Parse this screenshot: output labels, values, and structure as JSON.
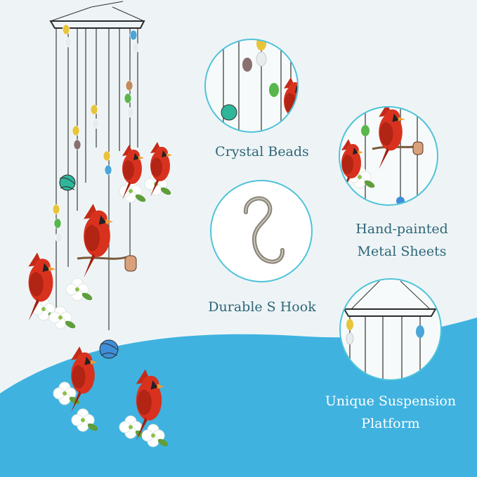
{
  "features": [
    {
      "name": "crystal-beads",
      "label": "Crystal Beads"
    },
    {
      "name": "s-hook",
      "label": "Durable S Hook"
    },
    {
      "name": "metal-sheets",
      "line1": "Hand-painted",
      "line2": "Metal Sheets"
    },
    {
      "name": "platform",
      "line1": "Unique Suspension",
      "line2": "Platform"
    }
  ],
  "colors": {
    "background": "#eef4f6",
    "wave": "#3fb2e0",
    "circle_border": "#4fc3d9",
    "caption_text": "#2e6678",
    "cardinal_red": "#d8321f"
  },
  "icons": [
    "cardinal-bird-icon",
    "dogwood-flower-icon",
    "glass-bead-icon",
    "s-hook-icon",
    "platform-ring-icon"
  ]
}
